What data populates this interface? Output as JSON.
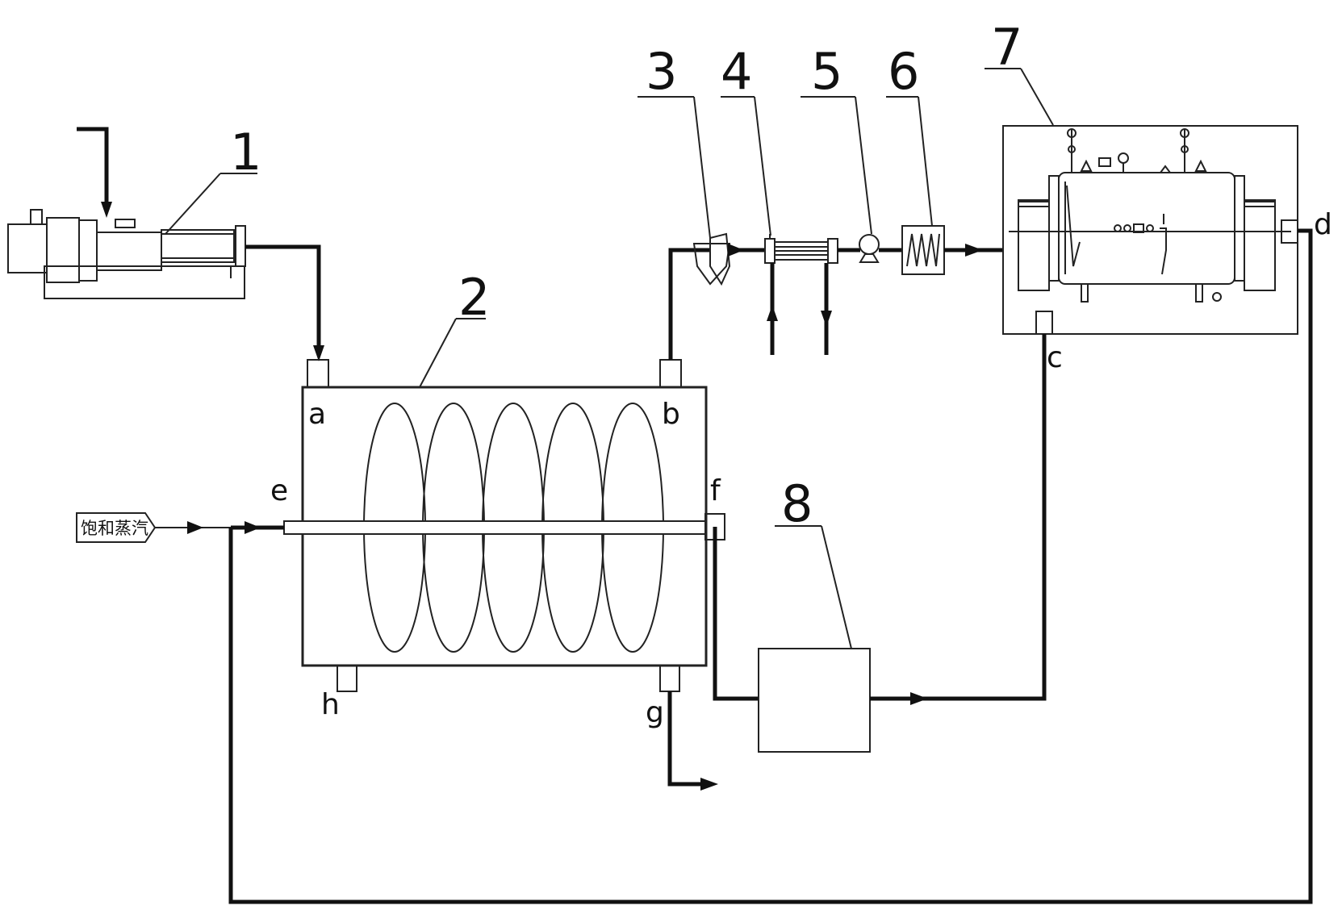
{
  "components": [
    {
      "id": "1",
      "label": "1",
      "name": "screw-pump"
    },
    {
      "id": "2",
      "label": "2",
      "name": "screw-dryer"
    },
    {
      "id": "3",
      "label": "3",
      "name": "cyclone-separator"
    },
    {
      "id": "4",
      "label": "4",
      "name": "condenser"
    },
    {
      "id": "5",
      "label": "5",
      "name": "fan"
    },
    {
      "id": "6",
      "label": "6",
      "name": "heater"
    },
    {
      "id": "7",
      "label": "7",
      "name": "boiler-unit"
    },
    {
      "id": "8",
      "label": "8",
      "name": "unit-8"
    }
  ],
  "ports": {
    "a": "a",
    "b": "b",
    "c": "c",
    "d": "d",
    "e": "e",
    "f": "f",
    "g": "g",
    "h": "h"
  },
  "steam_input": "饱和蒸汽",
  "colors": {
    "line": "#111111",
    "background": "#ffffff"
  }
}
